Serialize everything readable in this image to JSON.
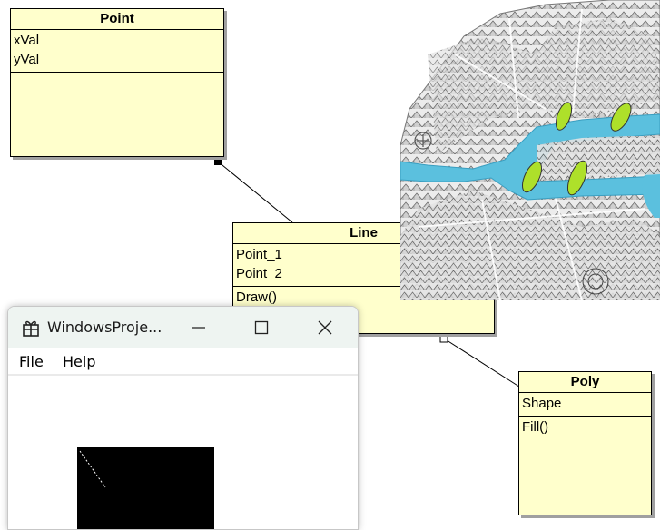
{
  "uml": {
    "point": {
      "title": "Point",
      "attrs": [
        "xVal",
        "yVal"
      ],
      "ops": []
    },
    "line": {
      "title": "Line",
      "attrs": [
        "Point_1",
        "Point_2"
      ],
      "ops": [
        "Draw()"
      ]
    },
    "poly": {
      "title": "Poly",
      "attrs": [
        "Shape"
      ],
      "ops": [
        "Fill()"
      ]
    }
  },
  "window": {
    "title": "WindowsProje...",
    "menu": {
      "file_accel": "F",
      "file_rest": "ile",
      "help_accel": "H",
      "help_rest": "elp"
    },
    "icons": [
      "app-icon",
      "minimize-icon",
      "maximize-icon",
      "close-icon"
    ]
  },
  "colors": {
    "uml_fill": "#ffffcc",
    "river": "#5bc0de",
    "bridge": "#aee02a",
    "canvas": "#000000"
  }
}
